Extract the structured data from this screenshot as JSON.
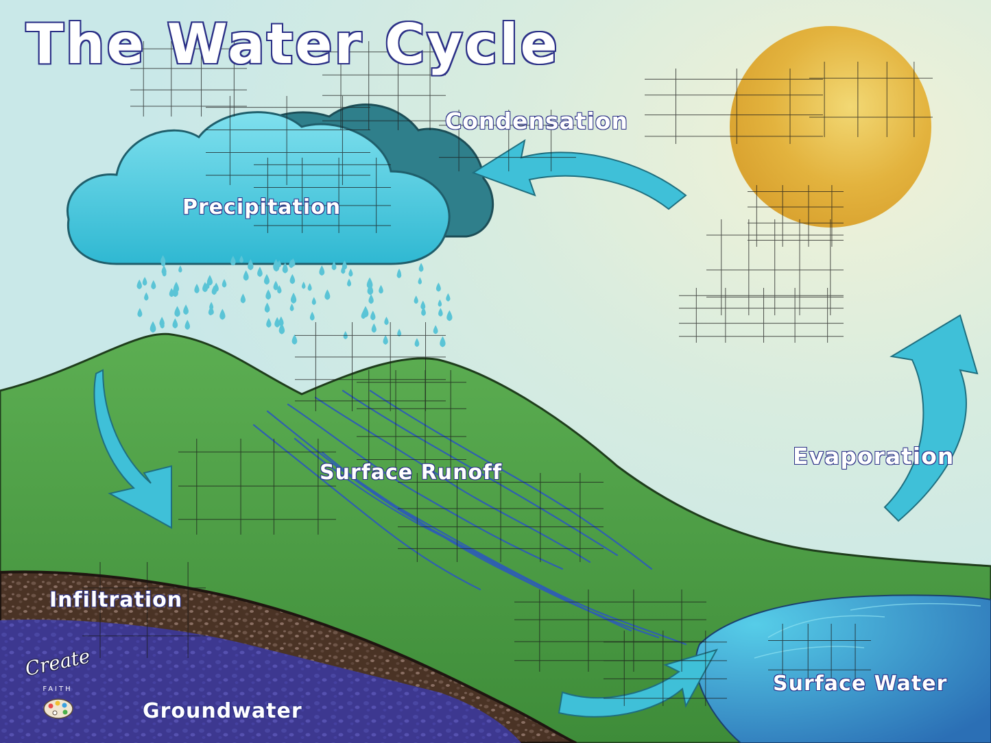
{
  "title": "The Water Cycle",
  "labels": {
    "condensation": "Condensation",
    "precipitation": "Precipitation",
    "evaporation": "Evaporation",
    "surface_runoff": "Surface Runoff",
    "infiltration": "Infiltration",
    "surface_water": "Surface Water",
    "groundwater": "Groundwater"
  },
  "logo": {
    "word": "Create",
    "sub": "FAITH",
    "icon": "palette-icon"
  },
  "colors": {
    "sky": "#c9e8e8",
    "sun": "#e2ad35",
    "cloud_front": "#3ec7dc",
    "cloud_back": "#2f7f8b",
    "rain": "#5ac4d6",
    "hill": "#4a9a3f",
    "soil": "#4a3325",
    "groundwater": "#3d3890",
    "lake": "#36b3d8",
    "arrow": "#3fc0d8",
    "label_outline": "#2a2f86"
  }
}
